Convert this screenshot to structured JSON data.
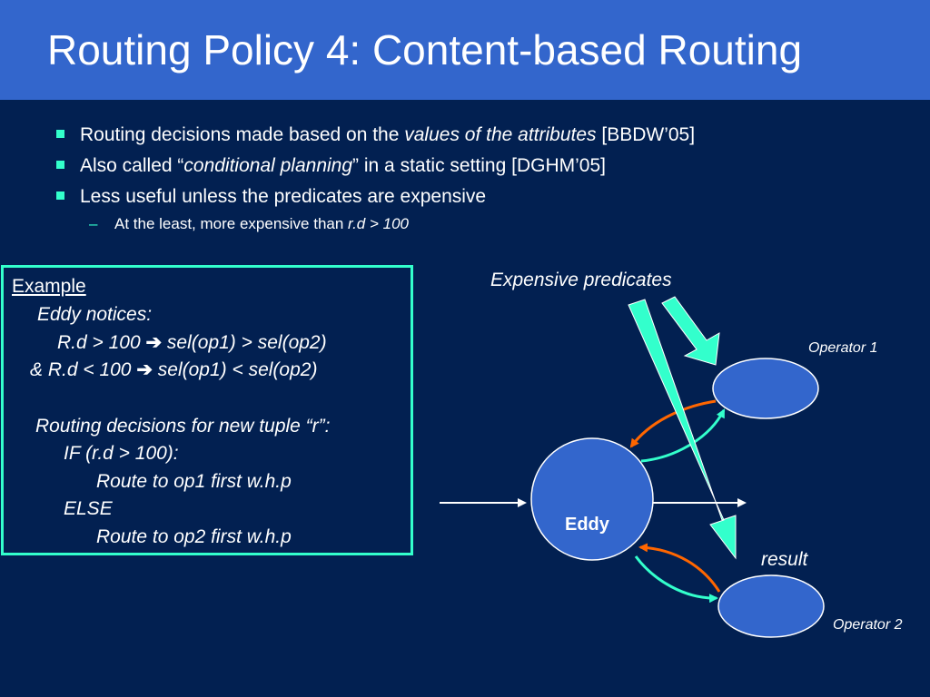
{
  "slide": {
    "title": "Routing Policy 4: Content-based Routing"
  },
  "bullets": [
    {
      "pre": "Routing decisions made based on the ",
      "em": "values of the attributes",
      "post": " [BBDW’05]"
    },
    {
      "pre": "Also called “",
      "em": "conditional planning",
      "post": "” in a static setting [DGHM’05]"
    },
    {
      "pre": "Less useful unless the predicates are expensive",
      "em": "",
      "post": ""
    }
  ],
  "sub_bullet": {
    "dash": "–",
    "pre": "At the least, more expensive than ",
    "em": "r.d > 100"
  },
  "example": {
    "heading": "Example",
    "line1": "Eddy notices:",
    "line2_pre": "R.d > 100 ",
    "line2_post": "  sel(op1) > sel(op2)",
    "line3_pre": "& R.d < 100 ",
    "line3_post": "  sel(op1) < sel(op2)",
    "line4": "Routing decisions for new tuple “r”:",
    "line5": "IF (r.d > 100):",
    "line6": "Route to op1 first w.h.p",
    "line7": "ELSE",
    "line8": "Route to op2 first w.h.p",
    "arrow_glyph": "➔"
  },
  "diagram": {
    "expensive_label": "Expensive predicates",
    "operator1_label": "Operator 1",
    "operator2_label": "Operator 2",
    "eddy_label": "Eddy",
    "result_label": "result",
    "colors": {
      "node_fill": "#3366cc",
      "teal": "#33ffcc",
      "orange": "#ff6600",
      "white": "#ffffff"
    }
  }
}
